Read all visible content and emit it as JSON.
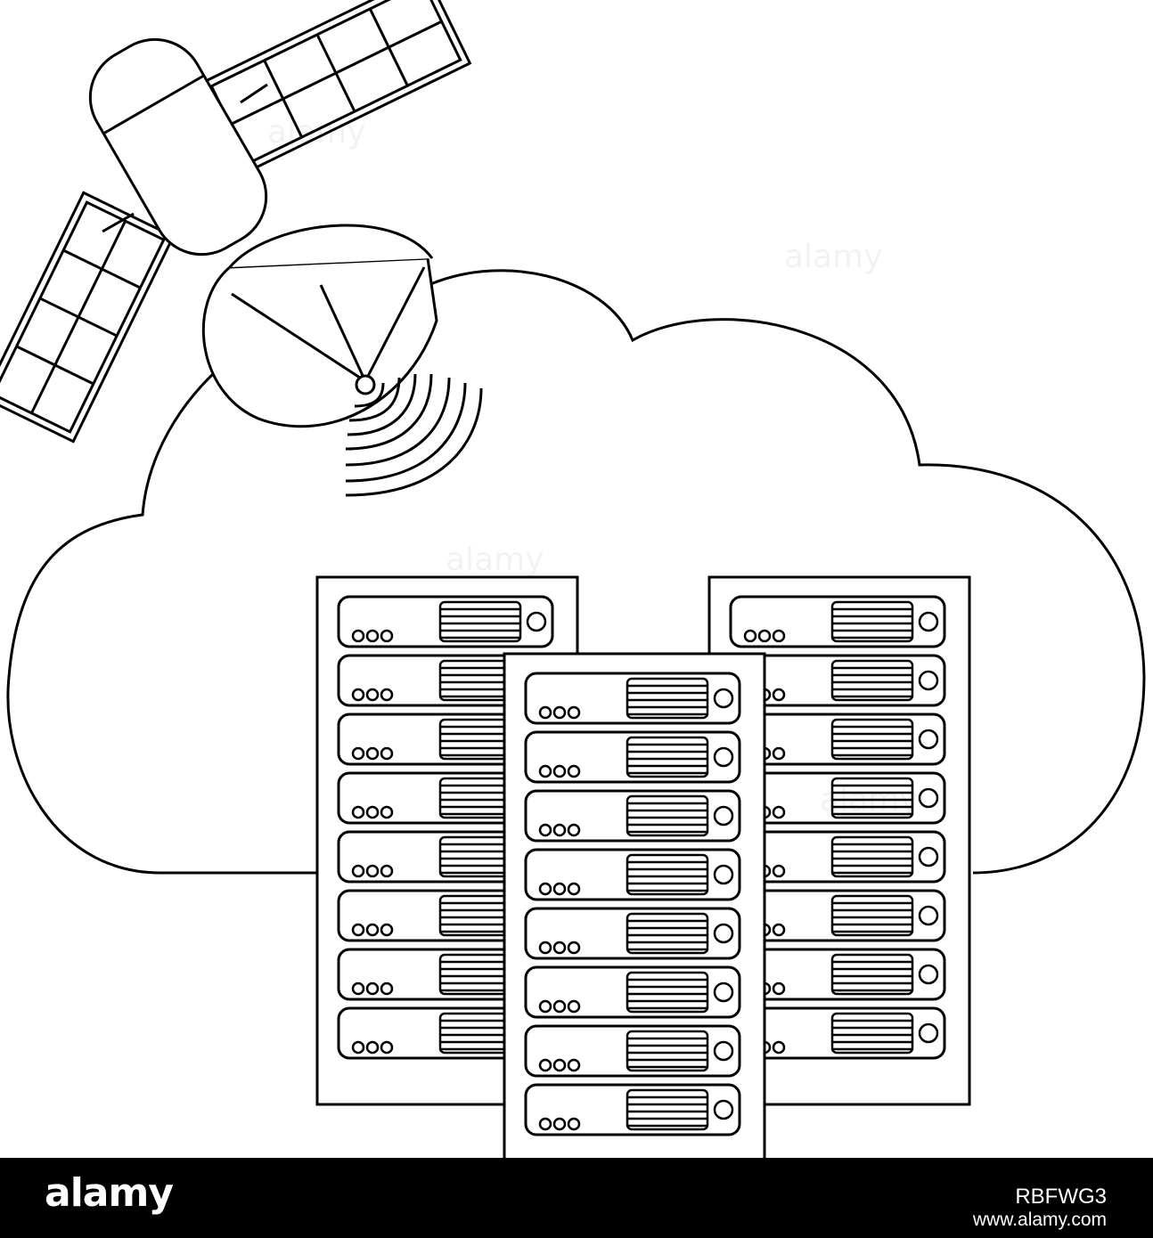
{
  "footer": {
    "brand": "alamy",
    "image_id": "RBFWG3",
    "site": "www.alamy.com"
  },
  "watermark": {
    "text": "alamy"
  },
  "illustration": {
    "style": "black outline on white",
    "icons": [
      "cloud-icon",
      "satellite-icon",
      "signal-waves-icon",
      "server-rack-icon"
    ],
    "rack_units_per_server": 8,
    "server_count": 3
  },
  "colors": {
    "line": "#000000",
    "background": "#ffffff",
    "footer": "#000000"
  }
}
